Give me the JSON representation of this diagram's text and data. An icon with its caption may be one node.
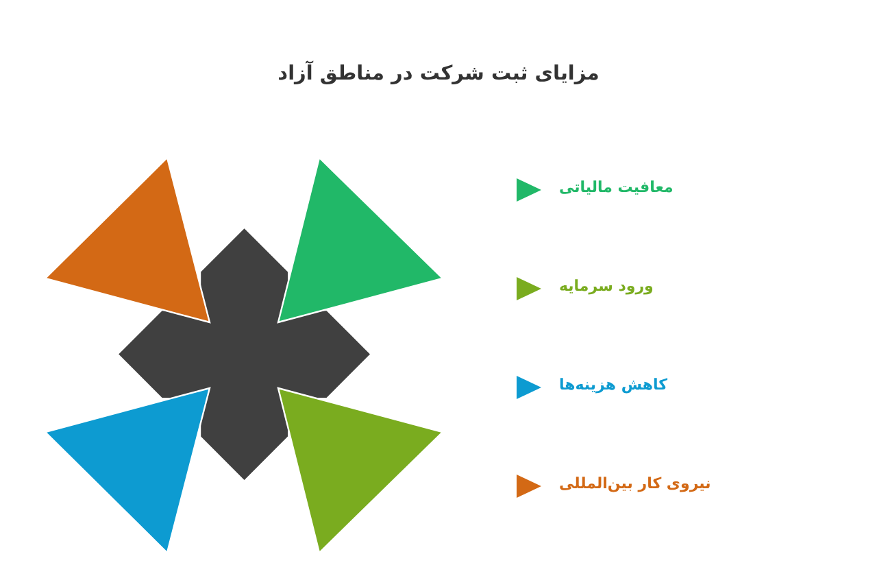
{
  "diagram": {
    "title": "مزایای ثبت شرکت در مناطق آزاد",
    "nodes": [
      {
        "text": [],
        "shape": "triangle"
      },
      {
        "text": [],
        "shape": "triangle"
      },
      {
        "text": [],
        "shape": "cross"
      },
      {
        "text": [],
        "shape": "triangle"
      },
      {
        "text": [],
        "shape": "triangle"
      }
    ],
    "legend": [
      {
        "text": "معافیت مالیاتی",
        "color": "#21b868"
      },
      {
        "text": "ورود سرمایه",
        "color": "#7aac1f"
      },
      {
        "text": "کاهش هزینه‌ها",
        "color": "#0d9bd1"
      },
      {
        "text": "نیروی کار بین‌المللی",
        "color": "#d36915"
      }
    ]
  }
}
